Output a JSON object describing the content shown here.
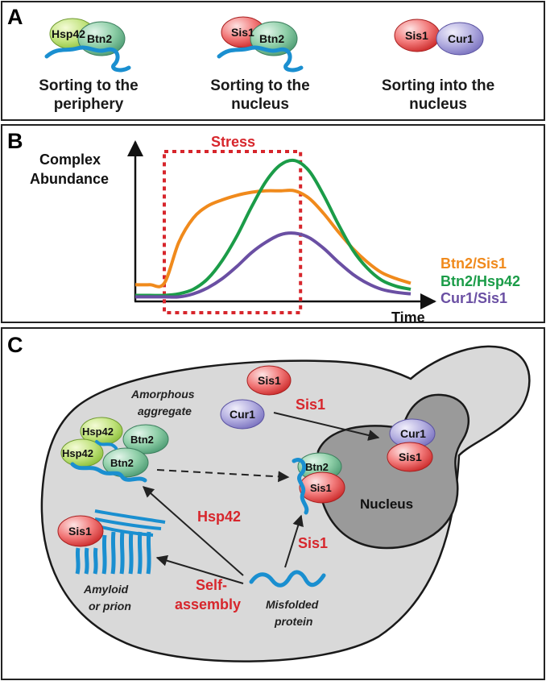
{
  "panel_a": {
    "letter": "A",
    "groups": [
      {
        "proteins": [
          "Hsp42",
          "Btn2"
        ],
        "caption_lines": [
          "Sorting to the",
          "periphery"
        ]
      },
      {
        "proteins": [
          "Sis1",
          "Btn2"
        ],
        "caption_lines": [
          "Sorting to the",
          "nucleus"
        ]
      },
      {
        "proteins": [
          "Sis1",
          "Cur1"
        ],
        "caption_lines": [
          "Sorting into the",
          "nucleus"
        ]
      }
    ]
  },
  "panel_b": {
    "letter": "B",
    "stress_label": "Stress",
    "ylabel_lines": [
      "Complex",
      "Abundance"
    ],
    "xlabel": "Time",
    "colors": {
      "btn2_sis1": "#f08a1c",
      "btn2_hsp42": "#1b9c48",
      "cur1_sis1": "#6a4fa3",
      "stress": "#d7262c"
    },
    "chart_data": {
      "type": "line",
      "xlabel": "Time",
      "ylabel": "Complex Abundance",
      "xlim": [
        0,
        10
      ],
      "ylim": [
        0,
        1
      ],
      "stress_window": [
        1.0,
        5.7
      ],
      "x": [
        0,
        0.5,
        1,
        1.5,
        2,
        2.5,
        3,
        3.5,
        4,
        4.5,
        5,
        5.5,
        6,
        6.5,
        7,
        7.5,
        8,
        8.5,
        9,
        9.5
      ],
      "series": [
        {
          "name": "Btn2/Sis1",
          "color": "#f08a1c",
          "values": [
            0.11,
            0.11,
            0.12,
            0.39,
            0.55,
            0.63,
            0.67,
            0.7,
            0.72,
            0.73,
            0.73,
            0.73,
            0.68,
            0.58,
            0.46,
            0.35,
            0.26,
            0.19,
            0.15,
            0.12
          ]
        },
        {
          "name": "Btn2/Hsp42",
          "color": "#1b9c48",
          "values": [
            0.04,
            0.04,
            0.04,
            0.05,
            0.08,
            0.15,
            0.27,
            0.43,
            0.62,
            0.79,
            0.9,
            0.93,
            0.86,
            0.7,
            0.51,
            0.34,
            0.22,
            0.14,
            0.1,
            0.08
          ]
        },
        {
          "name": "Cur1/Sis1",
          "color": "#6a4fa3",
          "values": [
            0.03,
            0.03,
            0.03,
            0.03,
            0.05,
            0.09,
            0.15,
            0.23,
            0.32,
            0.39,
            0.44,
            0.45,
            0.42,
            0.35,
            0.26,
            0.18,
            0.12,
            0.08,
            0.06,
            0.05
          ]
        }
      ]
    }
  },
  "panel_c": {
    "letter": "C",
    "nucleus_label": "Nucleus",
    "amorphous_lines": [
      "Amorphous",
      "aggregate"
    ],
    "amyloid_lines": [
      "Amyloid",
      "or prion"
    ],
    "misfolded_lines": [
      "Misfolded",
      "protein"
    ],
    "arrow_labels": {
      "sis1_top": "Sis1",
      "hsp42": "Hsp42",
      "sis1_bottom": "Sis1",
      "self_assembly": [
        "Self-",
        "assembly"
      ]
    },
    "proteins": {
      "free_sis1": "Sis1",
      "free_cur1": "Cur1",
      "nuc_cur1": "Cur1",
      "nuc_sis1": "Sis1",
      "agg_hsp42_a": "Hsp42",
      "agg_btn2_a": "Btn2",
      "agg_hsp42_b": "Hsp42",
      "agg_btn2_b": "Btn2",
      "mid_btn2": "Btn2",
      "mid_sis1": "Sis1",
      "amyloid_sis1": "Sis1"
    },
    "colors": {
      "cell": "#d9d9d9",
      "nucleus": "#9a9a9a",
      "chain": "#1a8fd0",
      "arrow": "#222222"
    }
  }
}
